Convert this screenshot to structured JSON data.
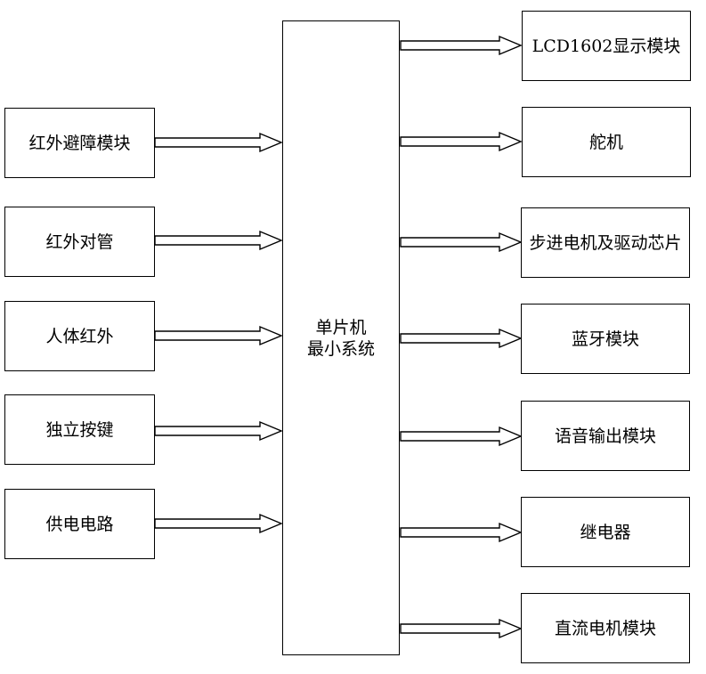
{
  "center": {
    "label_line1": "单片机",
    "label_line2": "最小系统"
  },
  "inputs": [
    {
      "label": "红外避障模块"
    },
    {
      "label": "红外对管"
    },
    {
      "label": "人体红外"
    },
    {
      "label": "独立按键"
    },
    {
      "label": "供电电路"
    }
  ],
  "outputs": [
    {
      "label": "LCD1602显示模块"
    },
    {
      "label": "舵机"
    },
    {
      "label": "步进电机及驱动芯片"
    },
    {
      "label": "蓝牙模块"
    },
    {
      "label": "语音输出模块"
    },
    {
      "label": "继电器"
    },
    {
      "label": "直流电机模块"
    }
  ],
  "arrows": {
    "style": "hollow-double-line",
    "color": "#000000"
  }
}
